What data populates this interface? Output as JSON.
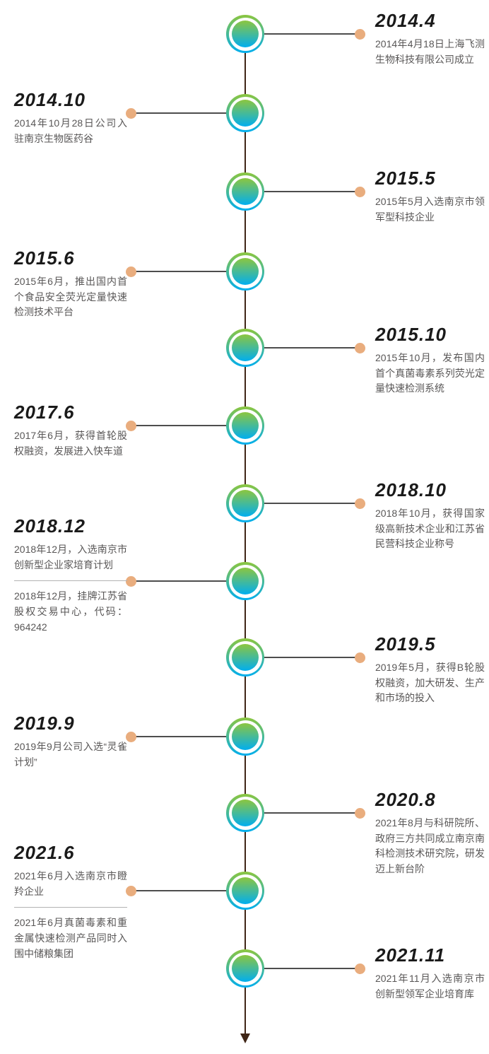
{
  "page": {
    "background": "#ffffff",
    "type": "company-milestone-timeline"
  },
  "timeline": {
    "colors": {
      "line": "#3f2516",
      "connector": "#4d4d4d",
      "dot": "#e9ad7e",
      "node_gradient_top": "#8cc63f",
      "node_gradient_bottom": "#00aeef",
      "heading": "#1a1a1a",
      "body": "#595757",
      "divider": "#b3b3b3"
    },
    "end_icon": "arrow-down-icon",
    "events": [
      {
        "date": "2014.4",
        "side": "right",
        "paragraphs": [
          "2014年4月18日上海飞测生物科技有限公司成立"
        ]
      },
      {
        "date": "2014.10",
        "side": "left",
        "paragraphs": [
          "2014年10月28日公司入驻南京生物医药谷"
        ]
      },
      {
        "date": "2015.5",
        "side": "right",
        "paragraphs": [
          "2015年5月入选南京市领军型科技企业"
        ]
      },
      {
        "date": "2015.6",
        "side": "left",
        "paragraphs": [
          "2015年6月，推出国内首个食品安全荧光定量快速检测技术平台"
        ]
      },
      {
        "date": "2015.10",
        "side": "right",
        "paragraphs": [
          "2015年10月，发布国内首个真菌毒素系列荧光定量快速检测系统"
        ]
      },
      {
        "date": "2017.6",
        "side": "left",
        "paragraphs": [
          "2017年6月，获得首轮股权融资，发展进入快车道"
        ]
      },
      {
        "date": "2018.10",
        "side": "right",
        "paragraphs": [
          "2018年10月，获得国家级高新技术企业和江苏省民营科技企业称号"
        ]
      },
      {
        "date": "2018.12",
        "side": "left",
        "paragraphs": [
          "2018年12月，入选南京市创新型企业家培育计划",
          "2018年12月，挂牌江苏省股权交易中心，代码：964242"
        ]
      },
      {
        "date": "2019.5",
        "side": "right",
        "paragraphs": [
          "2019年5月，获得B轮股权融资，加大研发、生产和市场的投入"
        ]
      },
      {
        "date": "2019.9",
        "side": "left",
        "paragraphs": [
          "2019年9月公司入选“灵雀计划”"
        ]
      },
      {
        "date": "2020.8",
        "side": "right",
        "paragraphs": [
          "2021年8月与科研院所、政府三方共同成立南京南科检测技术研究院，研发迈上新台阶"
        ]
      },
      {
        "date": "2021.6",
        "side": "left",
        "paragraphs": [
          "2021年6月入选南京市瞪羚企业",
          "2021年6月真菌毒素和重金属快速检测产品同时入围中储粮集团"
        ]
      },
      {
        "date": "2021.11",
        "side": "right",
        "paragraphs": [
          "2021年11月入选南京市创新型领军企业培育库"
        ]
      }
    ]
  }
}
